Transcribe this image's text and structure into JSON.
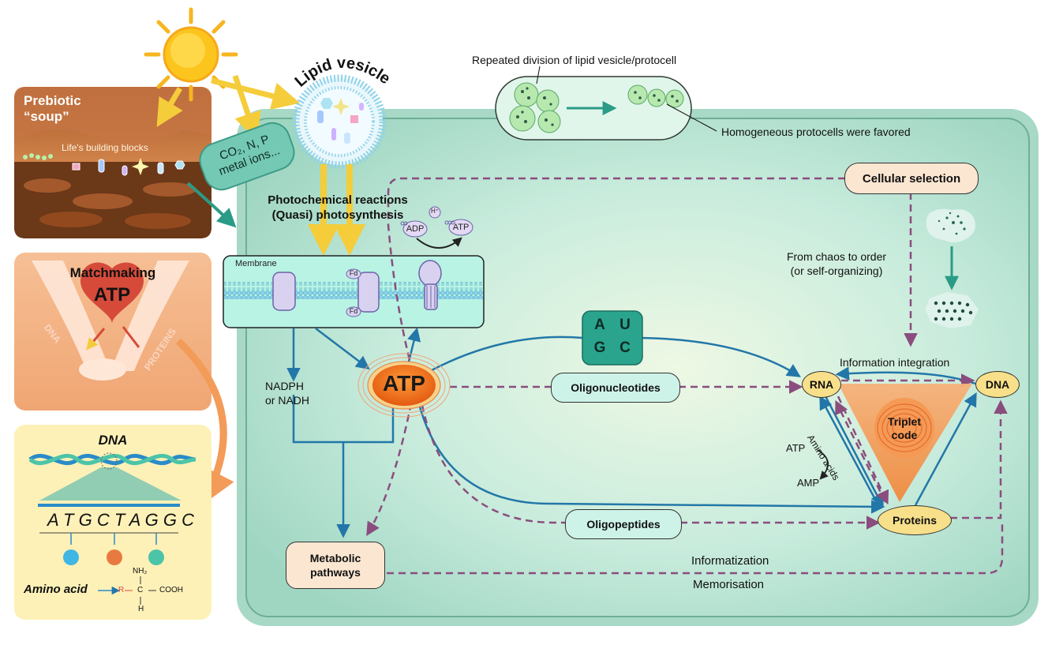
{
  "prebiotic": {
    "title_line1": "Prebiotic",
    "title_line2": "“soup”",
    "building_blocks": "Life's building blocks"
  },
  "vesicle": {
    "title": "Lipid vesicle",
    "inputs_line1": "CO₂, N, P",
    "inputs_line2": "metal ions..."
  },
  "division": {
    "caption": "Repeated division of lipid vesicle/protocell",
    "favored": "Homogeneous protocells were favored"
  },
  "photo": {
    "line1": "Photochemical reactions",
    "line2": "(Quasi) photosynthesis"
  },
  "membrane": {
    "label": "Membrane",
    "fd_top": "Fd",
    "fd_bottom": "Fd"
  },
  "adp_cycle": {
    "h_plus": "H⁺",
    "adp": "ADP",
    "atp": "ATP"
  },
  "nadph": {
    "line1": "NADPH",
    "line2": "or NADH"
  },
  "atp_center": "ATP",
  "bases": {
    "a": "A",
    "u": "U",
    "g": "G",
    "c": "C"
  },
  "oligonucleotides": "Oligonucleotides",
  "oligopeptides": "Oligopeptides",
  "metabolic": {
    "line1": "Metabolic",
    "line2": "pathways"
  },
  "cellular_selection": "Cellular selection",
  "chaos": {
    "line1": "From chaos to order",
    "line2": "(or self-organizing)"
  },
  "info_integration": "Information integration",
  "rna": "RNA",
  "dna": "DNA",
  "proteins": "Proteins",
  "triplet": {
    "line1": "Triplet",
    "line2": "code"
  },
  "amino_acids": "Amino acids",
  "atp_small": "ATP",
  "amp": "AMP",
  "informatization": "Informatization",
  "memorisation": "Memorisation",
  "matchmaking": {
    "title": "Matchmaking",
    "atp": "ATP",
    "dna": "DNA",
    "proteins": "PROTEINS"
  },
  "dna_panel": {
    "title": "DNA",
    "sequence": [
      "A",
      "T",
      "G",
      "C",
      "T",
      "A",
      "G",
      "G",
      "C"
    ],
    "nh2": "NH₂",
    "amino_label": "Amino acid",
    "r": "R",
    "c": "C",
    "cooh": "COOH",
    "h": "H"
  },
  "colors": {
    "cell_fill": "#bfe6d8",
    "cell_border": "#6fae95",
    "teal_arrow": "#2277a8",
    "purple_dash": "#8a4d7e",
    "yellow_arrow": "#f5cc3a",
    "atp_orange": "#f07a22",
    "node_yellow": "#f8e08a",
    "pill_mint": "#cdf3e8",
    "pill_peach": "#fbe6d2",
    "orange_triangle": "#f39b58"
  }
}
